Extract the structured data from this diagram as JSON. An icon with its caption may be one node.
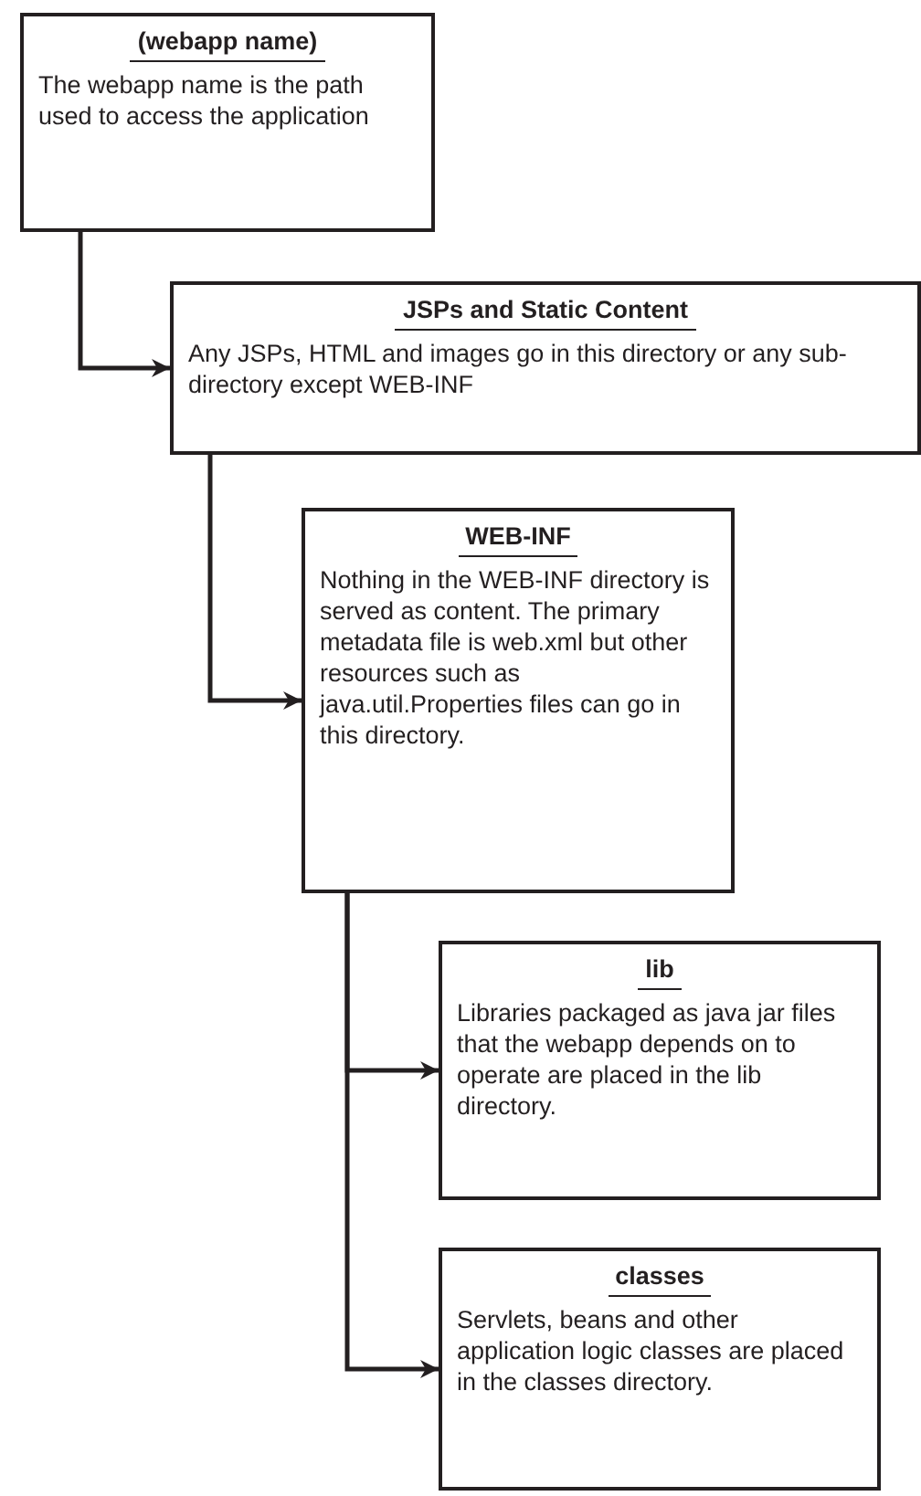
{
  "diagram": {
    "nodes": [
      {
        "text": [
          "(webapp name)",
          "The webapp name is the path used to access the application"
        ]
      },
      {
        "text": [
          "JSPs and Static Content",
          "Any JSPs, HTML and images go in this directory or any sub-directory except WEB-INF"
        ]
      },
      {
        "text": [
          "WEB-INF",
          "Nothing in the WEB-INF directory is served as content. The primary metadata file is web.xml but other resources such as java.util.Properties files can go in this directory."
        ]
      },
      {
        "text": [
          "lib",
          "Libraries packaged as java jar files that the webapp depends on to operate are placed in the lib directory."
        ]
      },
      {
        "text": [
          "classes",
          "Servlets, beans and other application logic classes are placed in the classes directory."
        ]
      }
    ],
    "edges": [
      {
        "from": 0,
        "to": 1,
        "arrow": "to"
      },
      {
        "from": 1,
        "to": 2,
        "arrow": "to"
      },
      {
        "from": 2,
        "to": 3,
        "arrow": "to"
      },
      {
        "from": 2,
        "to": 4,
        "arrow": "to"
      }
    ]
  }
}
